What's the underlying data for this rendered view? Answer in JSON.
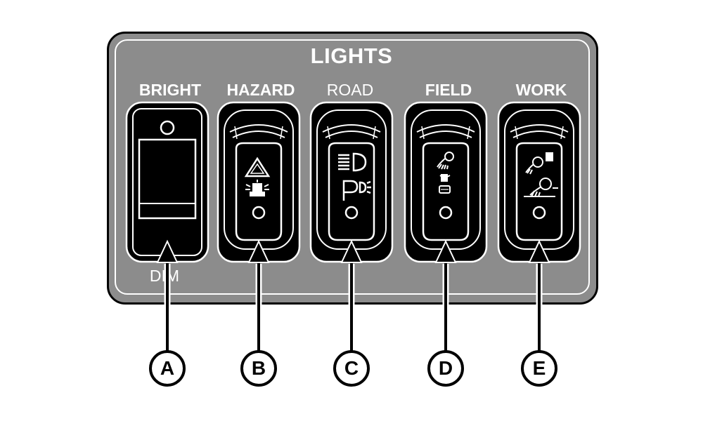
{
  "panel": {
    "title": "LIGHTS",
    "bright_label": "BRIGHT",
    "dim_label": "DIM",
    "switches": [
      {
        "label": "BRIGHT",
        "callout": "A"
      },
      {
        "label": "HAZARD",
        "callout": "B"
      },
      {
        "label": "ROAD",
        "callout": "C"
      },
      {
        "label": "FIELD",
        "callout": "D"
      },
      {
        "label": "WORK",
        "callout": "E"
      }
    ]
  },
  "colors": {
    "panel": "#8c8c8c",
    "switch": "#000000",
    "line": "#ffffff"
  },
  "icons": [
    "hazard-triangle-icon",
    "beacon-icon",
    "headlight-icon",
    "parking-light-icon",
    "field-light-icon",
    "work-light-icon",
    "indicator-led-icon"
  ]
}
